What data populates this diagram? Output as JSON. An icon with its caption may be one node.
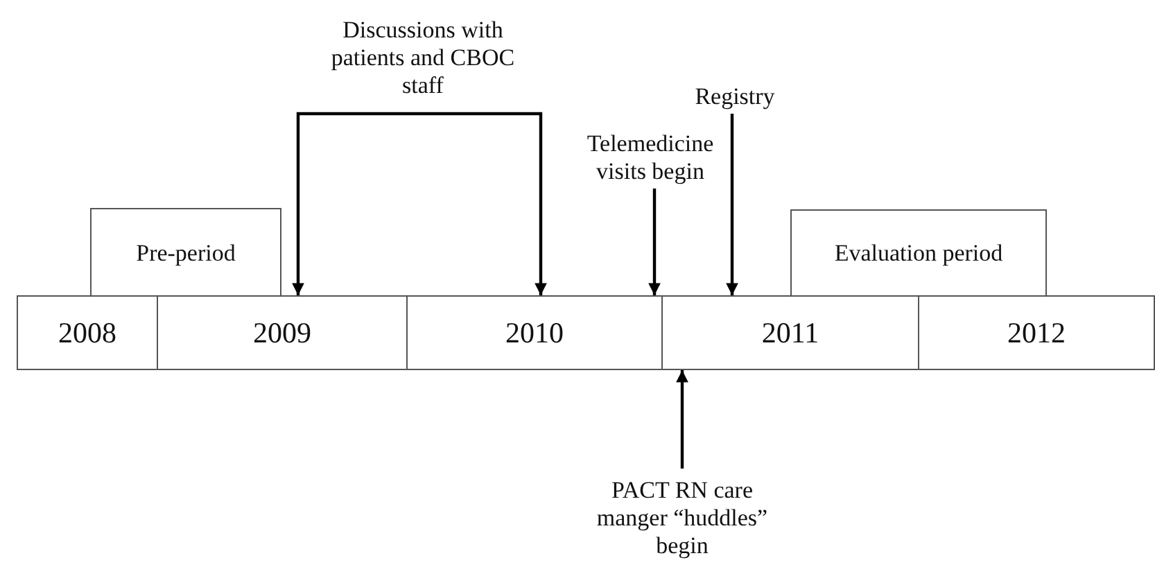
{
  "diagram": {
    "nodes": [
      {
        "text": [
          "Pre-period"
        ]
      },
      {
        "text": [
          "Discussions with patients and CBOC staff"
        ]
      },
      {
        "text": [
          "Telemedicine visits begin"
        ]
      },
      {
        "text": [
          "Registry"
        ]
      },
      {
        "text": [
          "Evaluation period"
        ]
      },
      {
        "text": [
          "2008"
        ]
      },
      {
        "text": [
          "2009"
        ]
      },
      {
        "text": [
          "2010"
        ]
      },
      {
        "text": [
          "2011"
        ]
      },
      {
        "text": [
          "2012"
        ]
      },
      {
        "text": [
          "PACT RN care manger “huddles” begin"
        ]
      }
    ],
    "edges": [
      {
        "from": 1,
        "to": 6,
        "arrow": "to"
      },
      {
        "from": 1,
        "to": 7,
        "arrow": "to"
      },
      {
        "from": 2,
        "to": 7,
        "arrow": "to"
      },
      {
        "from": 3,
        "to": 8,
        "arrow": "to"
      },
      {
        "from": 10,
        "to": 8,
        "arrow": "to"
      }
    ]
  }
}
